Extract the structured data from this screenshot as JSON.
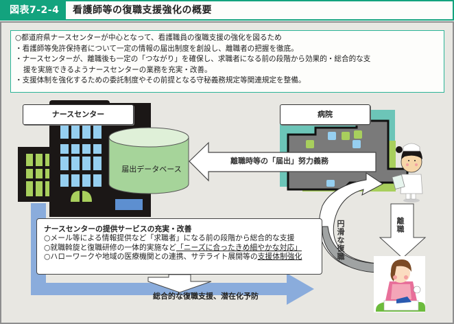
{
  "header": {
    "figure_number": "図表7-2-4",
    "title": "看護師等の復職支援強化の概要"
  },
  "summary": {
    "lines": [
      "○都道府県ナースセンターが中心となって、看護職員の復職支援の強化を図るため",
      "・看護師等免許保持者について一定の情報の届出制度を創設し、離職者の把握を徹底。",
      "・ナースセンターが、離職後も一定の「つながり」を確保し、求職者になる前の段階から効果的・総合的な支",
      "援を実施できるようナースセンターの業務を充実・改善。",
      "・支援体制を強化するための委託制度やその前提となる守秘義務規定等関連規定を整備。"
    ]
  },
  "diagram": {
    "nurse_center_label": "ナースセンター",
    "hospital_label": "病院",
    "database_label": "届出データベース",
    "notification_arrow_label": "離職時等の「届出」努力義務",
    "smooth_return_label": "円滑な復職",
    "resignation_label": "離職",
    "bottom_arrow_label": "総合的な復職支援、潜在化予防",
    "icons": [
      "office-building-icon",
      "database-cylinder-icon",
      "hospital-building-icon",
      "nurse-illustration-icon",
      "homemaker-ironing-illustration-icon"
    ]
  },
  "services": {
    "title": "ナースセンターの提供サービスの充実・改善",
    "item1": "○メール等による情報提供など「求職者」になる前の段階から総合的な支援",
    "item2_prefix": "○就職斡旋と復職研修の一体的実施など",
    "item2_underlined": "「ニーズに合ったきめ細やかな対応」",
    "item3_prefix": "○ハローワークや地域の医療機関との連携、サテライト展開等の",
    "item3_underlined": "支援体制強化"
  },
  "colors": {
    "brand_green": "#13a37e",
    "panel_bg": "#e8e7e2",
    "flow_blue": "#8aacdc",
    "db_green": "#a6d49a"
  }
}
